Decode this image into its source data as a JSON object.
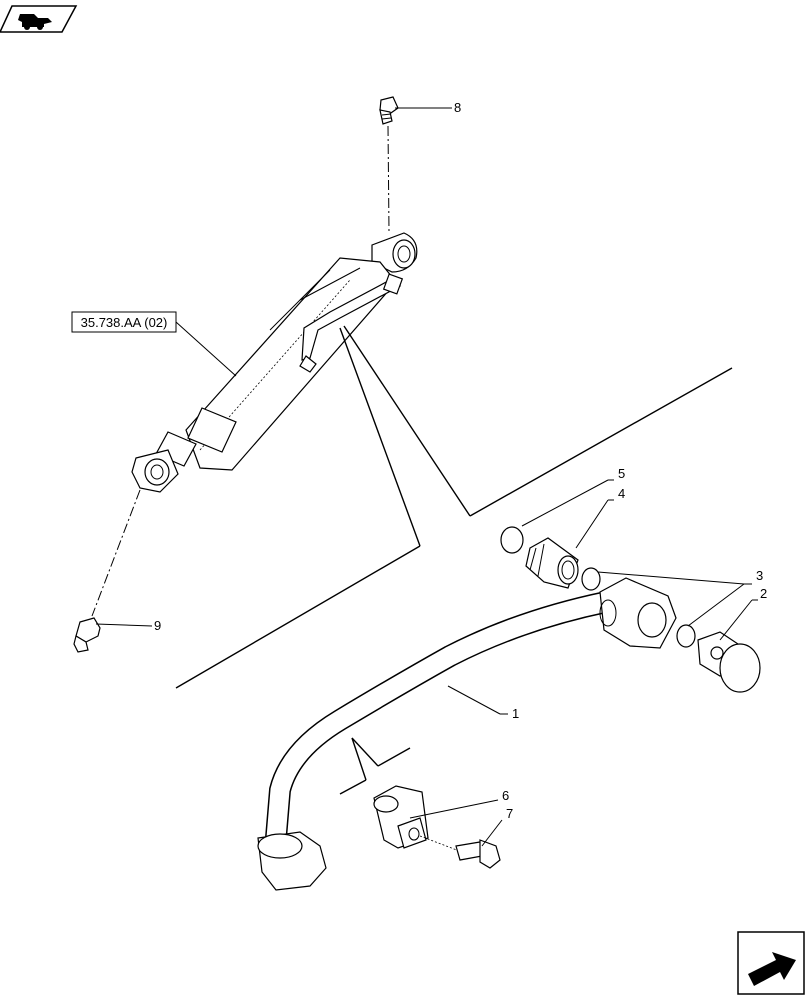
{
  "reference_label": "35.738.AA (02)",
  "callouts": {
    "c1": "1",
    "c2": "2",
    "c3": "3",
    "c4": "4",
    "c5": "5",
    "c6": "6",
    "c7": "7",
    "c8": "8",
    "c9": "9"
  },
  "icons": {
    "top_left": "tractor-loader-icon",
    "bottom_right": "next-page-arrow-icon"
  }
}
